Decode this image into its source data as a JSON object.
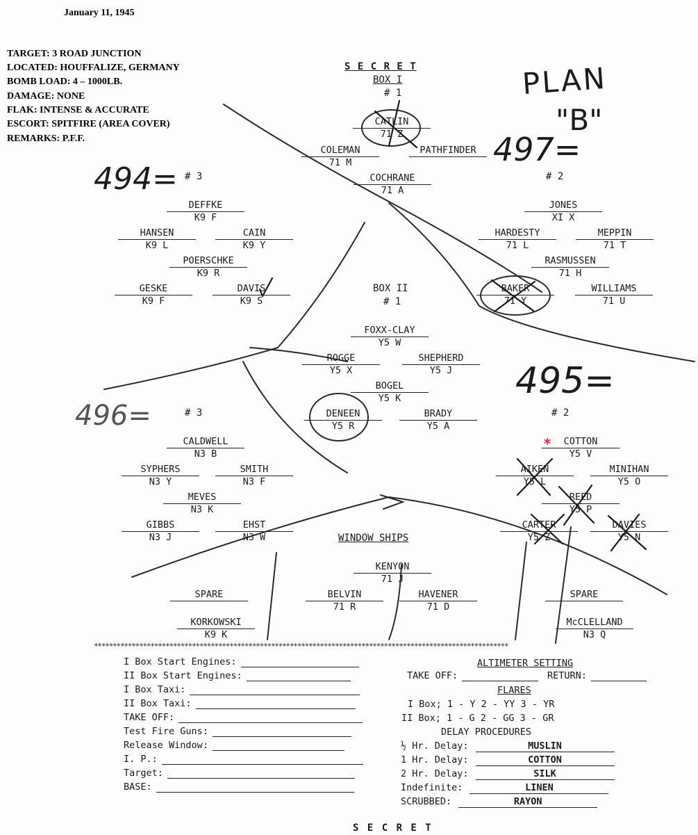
{
  "header": {
    "date": "January 11, 1945",
    "target": "TARGET: 3 ROAD JUNCTION",
    "located": "LOCATED: HOUFFALIZE, GERMANY",
    "bomb_load": "BOMB LOAD: 4 – 1000LB.",
    "damage": "DAMAGE: NONE",
    "flak": "FLAK: INTENSE & ACCURATE",
    "escort": "ESCORT: SPITFIRE (AREA COVER)",
    "remarks": "REMARKS: P.F.F."
  },
  "secret_top": "S E C R E T",
  "secret_bottom": "S E C R E T",
  "box1": {
    "title": "BOX I",
    "lead_flight_no": "# 1",
    "lead": [
      {
        "name": "CATLIN",
        "code": "71 Z"
      },
      {
        "name": "COLEMAN",
        "code": "71 M"
      },
      {
        "name": "PATHFINDER",
        "code": ""
      },
      {
        "name": "COCHRANE",
        "code": "71 A"
      }
    ],
    "flight3_no": "# 3",
    "flight3": [
      {
        "name": "DEFFKE",
        "code": "K9 F"
      },
      {
        "name": "HANSEN",
        "code": "K9 L"
      },
      {
        "name": "CAIN",
        "code": "K9 Y"
      },
      {
        "name": "POERSCHKE",
        "code": "K9 R"
      },
      {
        "name": "GESKE",
        "code": "K9 F"
      },
      {
        "name": "DAVIS",
        "code": "K9 S"
      }
    ],
    "flight2_no": "# 2",
    "flight2": [
      {
        "name": "JONES",
        "code": "XI X"
      },
      {
        "name": "HARDESTY",
        "code": "71 L"
      },
      {
        "name": "MEPPIN",
        "code": "71 T"
      },
      {
        "name": "RASMUSSEN",
        "code": "71 H"
      },
      {
        "name": "BAKER",
        "code": "71 Y"
      },
      {
        "name": "WILLIAMS",
        "code": "71 U"
      }
    ]
  },
  "box2": {
    "title": "BOX II",
    "lead_flight_no": "# 1",
    "lead": [
      {
        "name": "FOXX-CLAY",
        "code": "Y5 W"
      },
      {
        "name": "ROGGE",
        "code": "Y5 X"
      },
      {
        "name": "SHEPHERD",
        "code": "Y5 J"
      },
      {
        "name": "BOGEL",
        "code": "Y5 K"
      },
      {
        "name": "DENEEN",
        "code": "Y5 R"
      },
      {
        "name": "BRADY",
        "code": "Y5 A"
      }
    ],
    "flight3_no": "# 3",
    "flight3": [
      {
        "name": "CALDWELL",
        "code": "N3 B"
      },
      {
        "name": "SYPHERS",
        "code": "N3 Y"
      },
      {
        "name": "SMITH",
        "code": "N3 F"
      },
      {
        "name": "MEVES",
        "code": "N3 K"
      },
      {
        "name": "GIBBS",
        "code": "N3 J"
      },
      {
        "name": "EHST",
        "code": "N3 W"
      }
    ],
    "flight2_no": "# 2",
    "flight2": [
      {
        "name": "COTTON",
        "code": "Y5 V"
      },
      {
        "name": "AIKEN",
        "code": "Y5 L"
      },
      {
        "name": "MINIHAN",
        "code": "Y5 O"
      },
      {
        "name": "REED",
        "code": "Y5 P"
      },
      {
        "name": "CARTER",
        "code": "Y5 Z"
      },
      {
        "name": "DAVIES",
        "code": "Y5 N"
      }
    ]
  },
  "window_ships": {
    "title": "WINDOW SHIPS",
    "ships": [
      {
        "name": "KENYON",
        "code": "71 J"
      },
      {
        "name": "BELVIN",
        "code": "71 R"
      },
      {
        "name": "HAVENER",
        "code": "71 D"
      }
    ]
  },
  "spares": {
    "left_label": "SPARE",
    "right_label": "SPARE",
    "left": {
      "name": "KORKOWSKI",
      "code": "K9 K"
    },
    "right": {
      "name": "McCLELLAND",
      "code": "N3 Q"
    }
  },
  "handwriting": {
    "plan": "PLAN",
    "plan_b": "\"B\"",
    "n497": "497=",
    "n494": "494=",
    "n495": "495=",
    "n496": "496="
  },
  "marker_color": "#e8283c",
  "separator": "**************************************************************************************************************",
  "form_left": [
    "I Box Start Engines:",
    "II Box Start Engines:",
    "I Box Taxi:",
    "II Box Taxi:",
    "TAKE OFF:",
    "Test Fire Guns:",
    "Release Window:",
    "I. P.:",
    "Target:",
    "BASE:"
  ],
  "altimeter": {
    "title": "ALTIMETER SETTING",
    "take_off": "TAKE OFF:",
    "return": "RETURN:"
  },
  "flares": {
    "title": "FLARES",
    "box1": "I Box; 1 - Y  2 - YY  3 - YR",
    "box2": "II Box; 1 - G  2 - GG  3 - GR"
  },
  "delay": {
    "title": "DELAY PROCEDURES",
    "rows": [
      {
        "label": "½ Hr. Delay:",
        "value": "MUSLIN"
      },
      {
        "label": "1 Hr. Delay:",
        "value": "COTTON"
      },
      {
        "label": "2 Hr. Delay:",
        "value": "SILK"
      },
      {
        "label": "Indefinite:",
        "value": "LINEN"
      },
      {
        "label": "SCRUBBED:",
        "value": "RAYON"
      }
    ]
  }
}
